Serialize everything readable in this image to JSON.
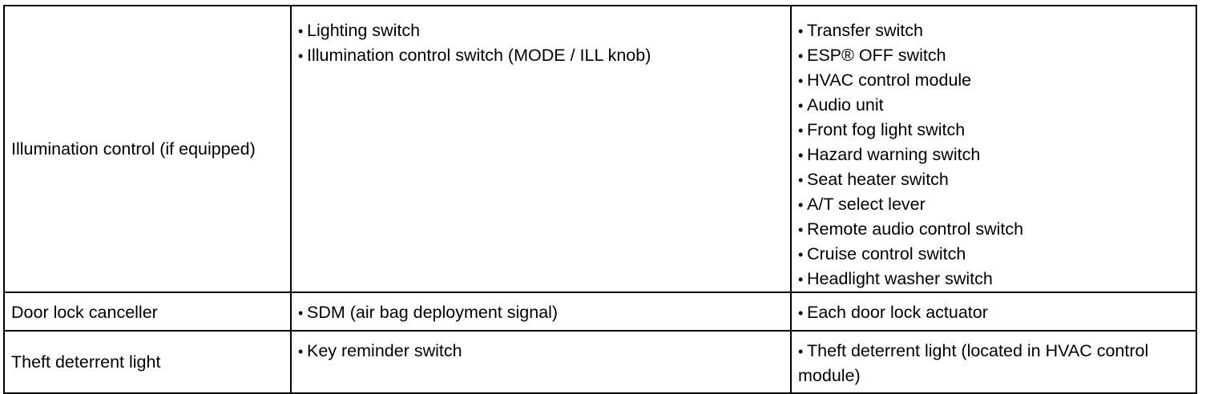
{
  "table": {
    "rows": [
      {
        "function": "Illumination control (if equipped)",
        "inputs": [
          "Lighting switch",
          "Illumination control switch (MODE / ILL knob)"
        ],
        "outputs": [
          "Transfer switch",
          "ESP® OFF switch",
          "HVAC control module",
          "Audio unit",
          "Front fog light switch",
          "Hazard warning switch",
          "Seat heater switch",
          "A/T select lever",
          "Remote audio control switch",
          "Cruise control switch",
          "Headlight washer switch"
        ]
      },
      {
        "function": "Door lock canceller",
        "inputs": [
          "SDM (air bag deployment signal)"
        ],
        "outputs": [
          "Each door lock actuator"
        ]
      },
      {
        "function": "Theft deterrent light",
        "inputs": [
          "Key reminder switch"
        ],
        "outputs": [
          "Theft deterrent light (located in HVAC control module)"
        ]
      }
    ],
    "bullet_char": "•"
  }
}
